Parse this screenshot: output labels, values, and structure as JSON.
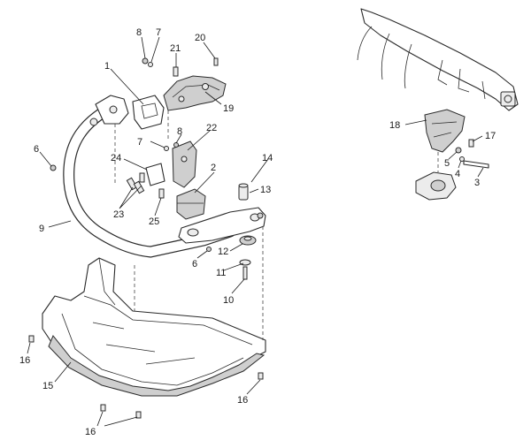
{
  "callouts": [
    {
      "id": "c8a",
      "text": "8"
    },
    {
      "id": "c7a",
      "text": "7"
    },
    {
      "id": "c21",
      "text": "21"
    },
    {
      "id": "c20",
      "text": "20"
    },
    {
      "id": "c1",
      "text": "1"
    },
    {
      "id": "c19",
      "text": "19"
    },
    {
      "id": "c22",
      "text": "22"
    },
    {
      "id": "c7b",
      "text": "7"
    },
    {
      "id": "c8b",
      "text": "8"
    },
    {
      "id": "c6a",
      "text": "6"
    },
    {
      "id": "c24",
      "text": "24"
    },
    {
      "id": "c2",
      "text": "2"
    },
    {
      "id": "c14",
      "text": "14"
    },
    {
      "id": "c13",
      "text": "13"
    },
    {
      "id": "c23",
      "text": "23"
    },
    {
      "id": "c25",
      "text": "25"
    },
    {
      "id": "c9",
      "text": "9"
    },
    {
      "id": "c6b",
      "text": "6"
    },
    {
      "id": "c12",
      "text": "12"
    },
    {
      "id": "c11",
      "text": "11"
    },
    {
      "id": "c10",
      "text": "10"
    },
    {
      "id": "c16a",
      "text": "16"
    },
    {
      "id": "c15",
      "text": "15"
    },
    {
      "id": "c16b",
      "text": "16"
    },
    {
      "id": "c16c",
      "text": "16"
    },
    {
      "id": "c18",
      "text": "18"
    },
    {
      "id": "c17",
      "text": "17"
    },
    {
      "id": "c5",
      "text": "5"
    },
    {
      "id": "c4",
      "text": "4"
    },
    {
      "id": "c3",
      "text": "3"
    }
  ]
}
